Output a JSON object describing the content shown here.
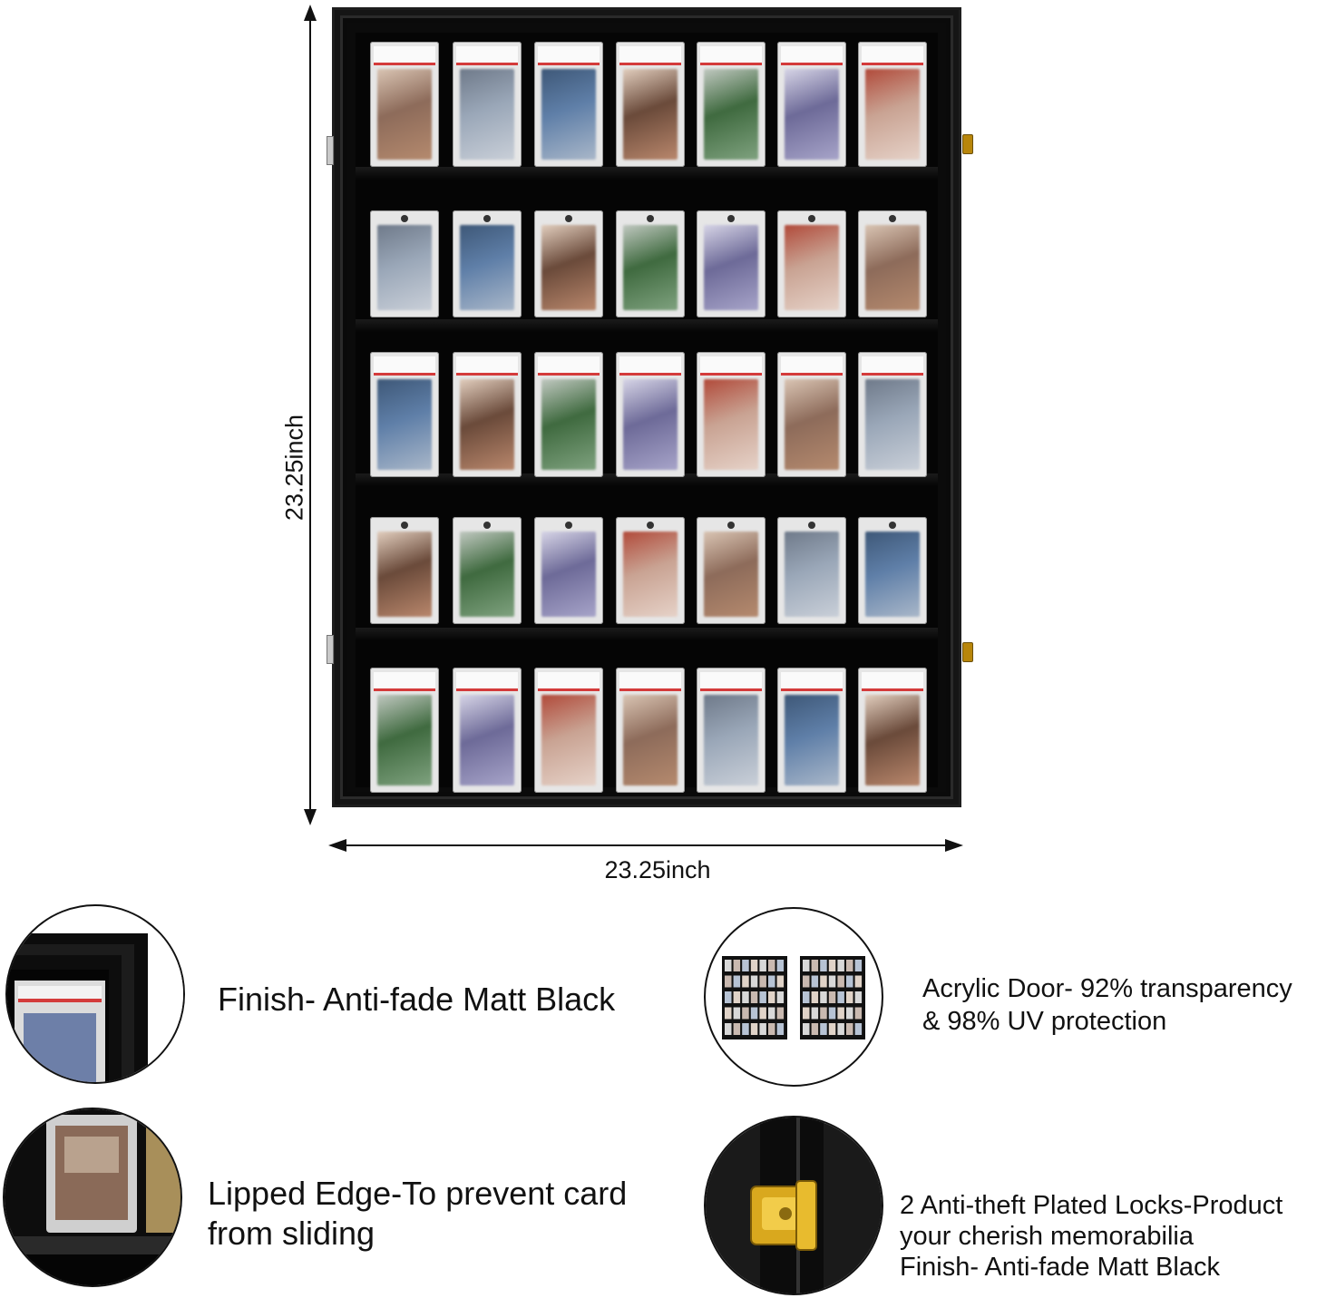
{
  "dimensions": {
    "height_label": "23.25inch",
    "width_label": "23.25inch"
  },
  "cabinet": {
    "rows": 5,
    "columns": 7,
    "row_styles": [
      "graded-slab",
      "magnetic-holder",
      "graded-slab",
      "magnetic-holder",
      "graded-slab"
    ]
  },
  "features": [
    {
      "id": "finish",
      "text_lines": [
        "Finish- Anti-fade Matt Black"
      ],
      "icon": "frame-corner-closeup-icon"
    },
    {
      "id": "acrylic",
      "text_lines": [
        "Acrylic Door- 92% transparency",
        "& 98% UV protection"
      ],
      "icon": "two-cabinets-icon"
    },
    {
      "id": "lipped",
      "text_lines": [
        "Lipped Edge-To prevent card",
        "from sliding"
      ],
      "icon": "shelf-lip-closeup-icon"
    },
    {
      "id": "locks",
      "text_lines": [
        "2 Anti-theft Plated Locks-Product",
        "your cherish memorabilia",
        "Finish- Anti-fade Matt Black"
      ],
      "icon": "gold-lock-icon"
    }
  ],
  "colors": {
    "frame": "#0b0b0b",
    "label_stripe": "#d43b3b",
    "lock_gold": "#c9a227"
  }
}
